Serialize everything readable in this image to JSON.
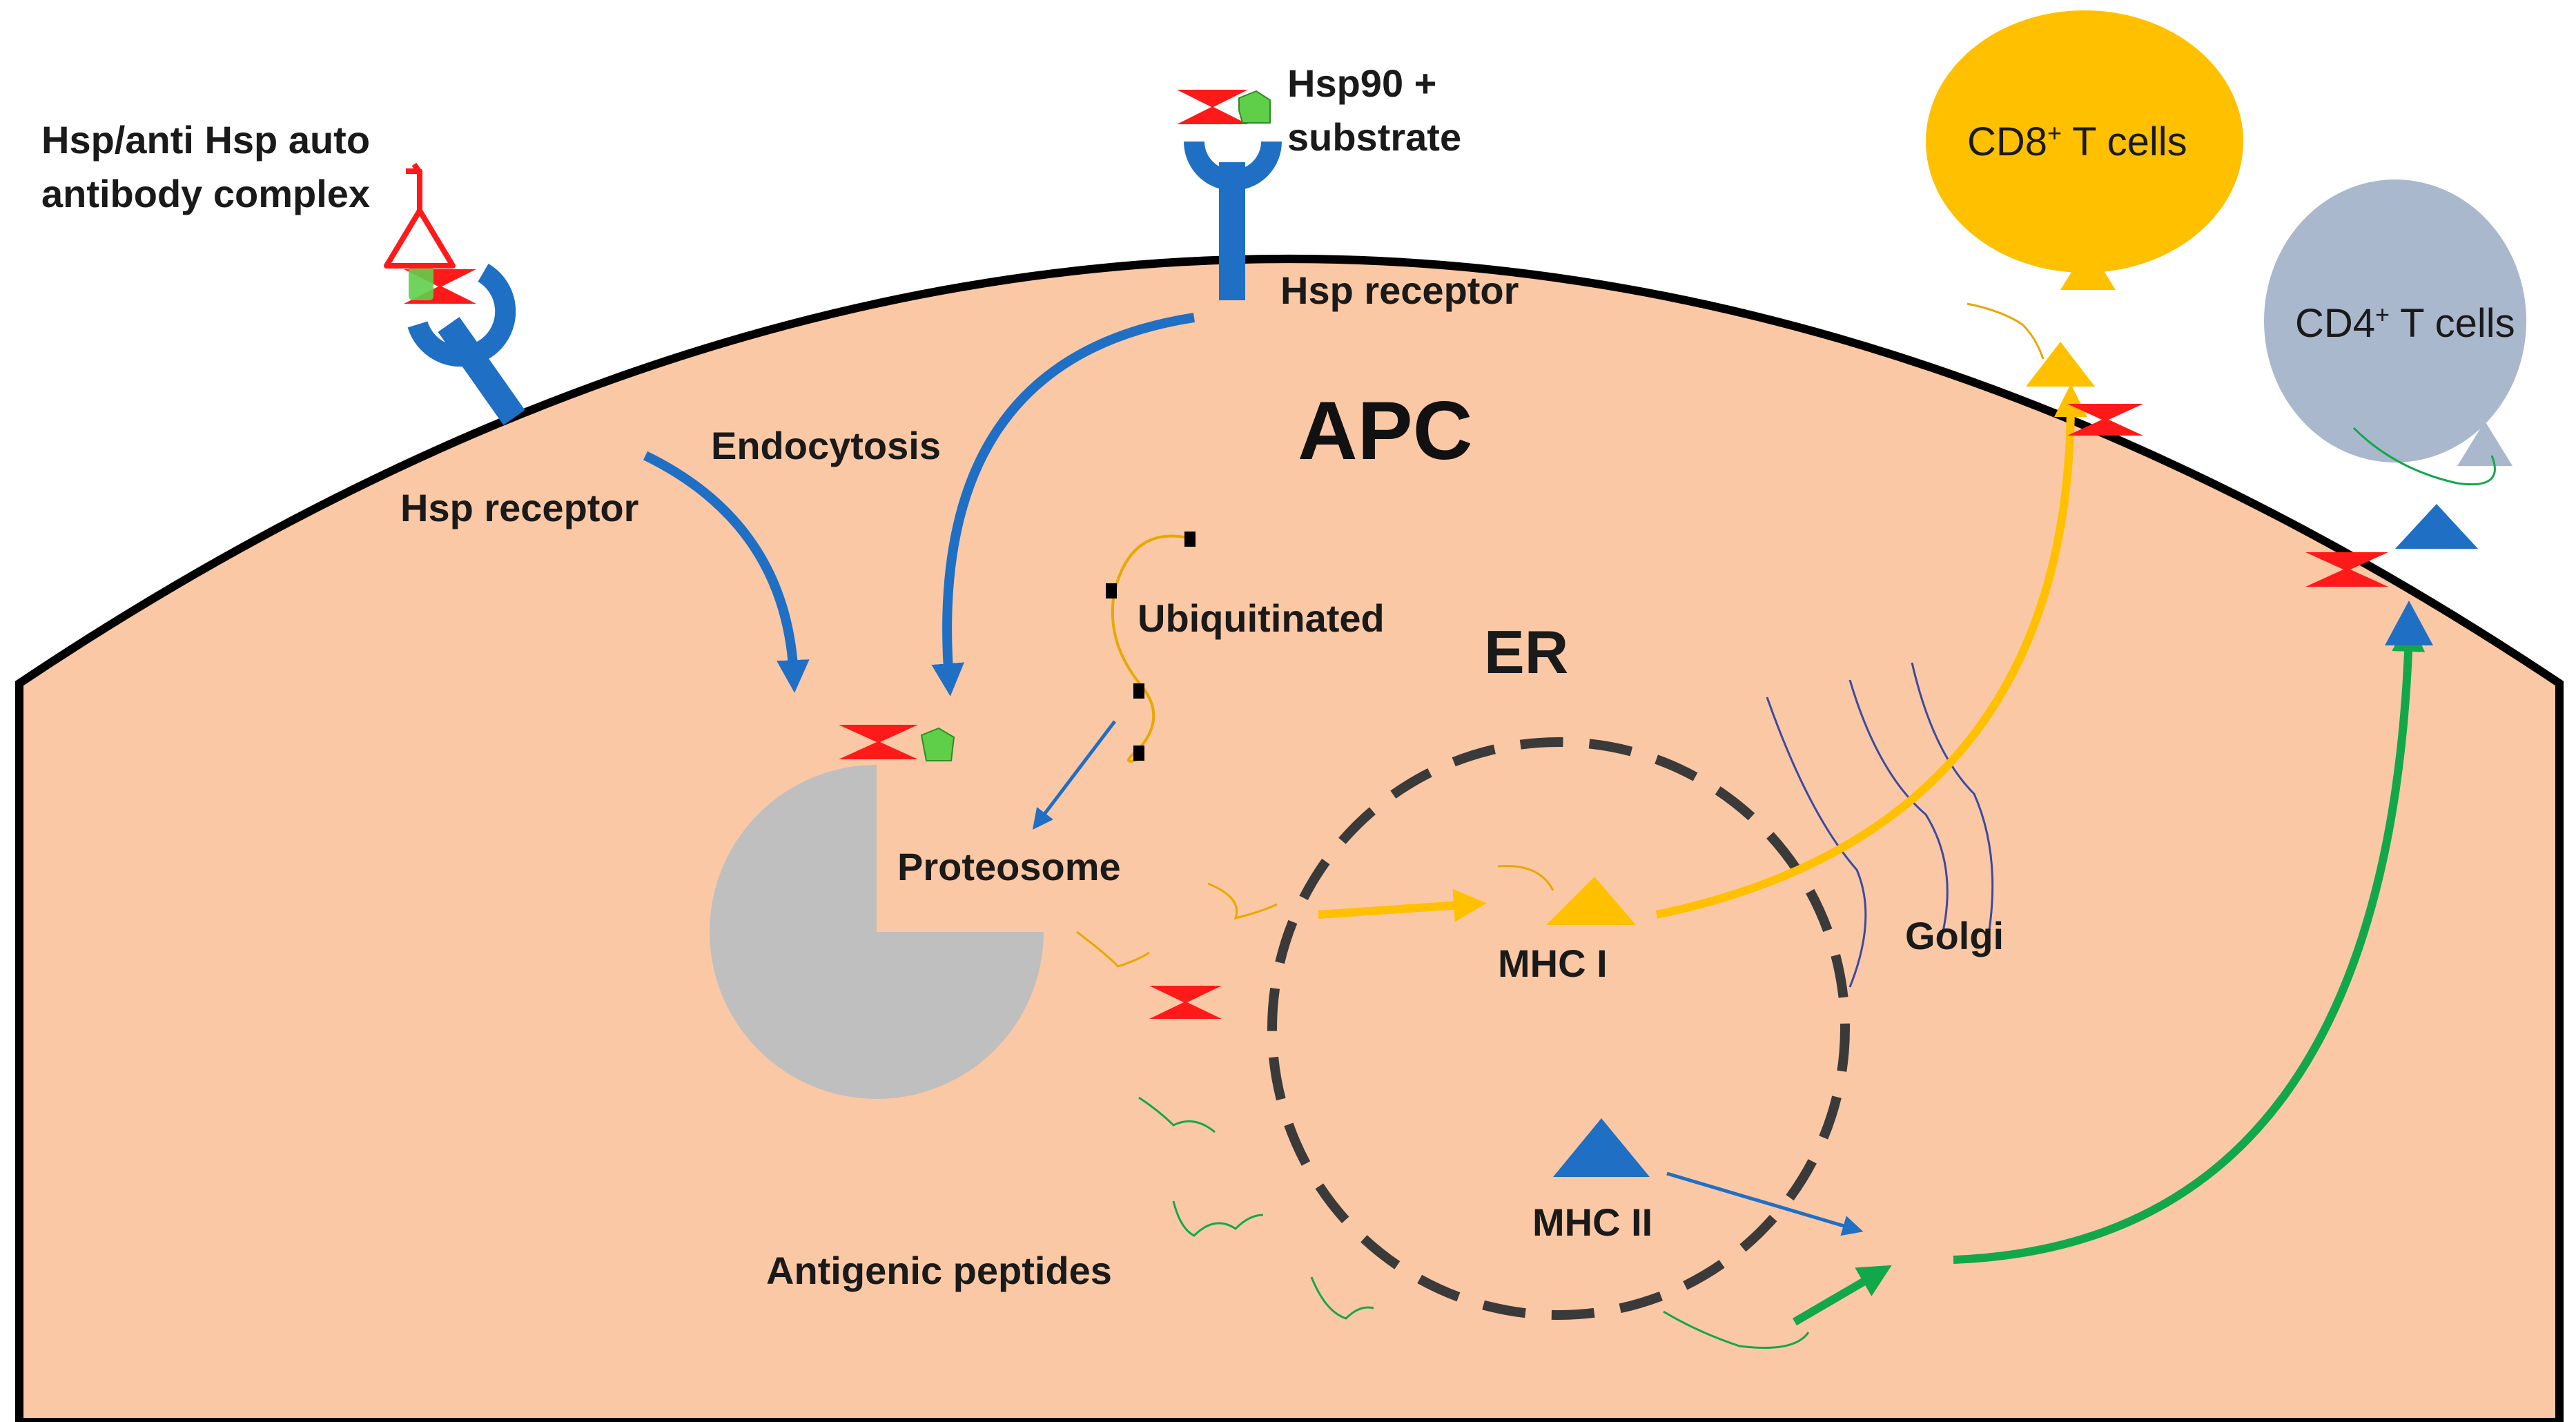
{
  "labels": {
    "hsp_complex_line1": "Hsp/anti Hsp auto",
    "hsp_complex_line2": "antibody complex",
    "hsp90_line1": "Hsp90 +",
    "hsp90_line2": "substrate",
    "hsp_receptor_right": "Hsp receptor",
    "hsp_receptor_left": "Hsp receptor",
    "endocytosis": "Endocytosis",
    "apc": "APC",
    "ubiquitinated": "Ubiquitinated",
    "er": "ER",
    "proteosome": "Proteosome",
    "mhc1": "MHC I",
    "golgi": "Golgi",
    "mhc2": "MHC II",
    "antigenic_peptides": "Antigenic peptides",
    "cd8_base": "CD8",
    "cd8_sup": "+",
    "cd8_rest": " T cells",
    "cd4_base": "CD4",
    "cd4_sup": "+",
    "cd4_rest": " T cells"
  },
  "colors": {
    "cell_fill": "#fbc8a6",
    "cell_border": "#000000",
    "receptor_blue": "#1f6fc4",
    "hsp_red": "#ff1a1a",
    "substrate_green": "#5fcf4a",
    "proteosome_gray": "#bfbfbf",
    "er_dash": "#3a3a3a",
    "mhc1_yellow": "#ffc000",
    "mhc2_blue": "#1f6fc4",
    "cd8_cell": "#ffc000",
    "cd4_cell": "#a9b8cc",
    "green_arrow": "#12a84a",
    "golgi_line": "#3b4a9e"
  }
}
